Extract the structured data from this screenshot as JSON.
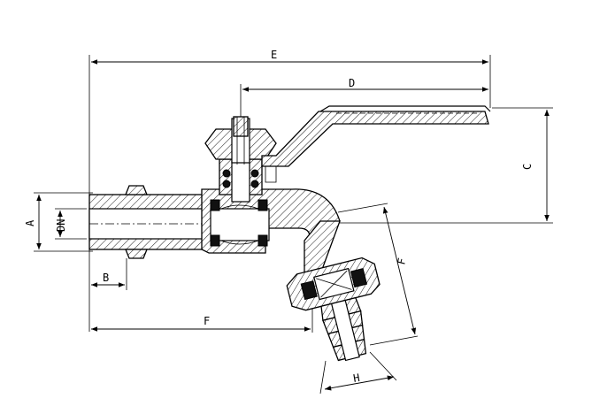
{
  "drawing": {
    "subject": "bibcock ball valve with hose connector, cross-section",
    "dimension_labels": {
      "E": "E",
      "D": "D",
      "C": "C",
      "A": "A",
      "DN": "DN",
      "B": "B",
      "F_horizontal": "F",
      "F_angled": "F",
      "H": "H"
    },
    "colors": {
      "line": "#000000",
      "fill": "#111111",
      "background": "#ffffff"
    }
  }
}
